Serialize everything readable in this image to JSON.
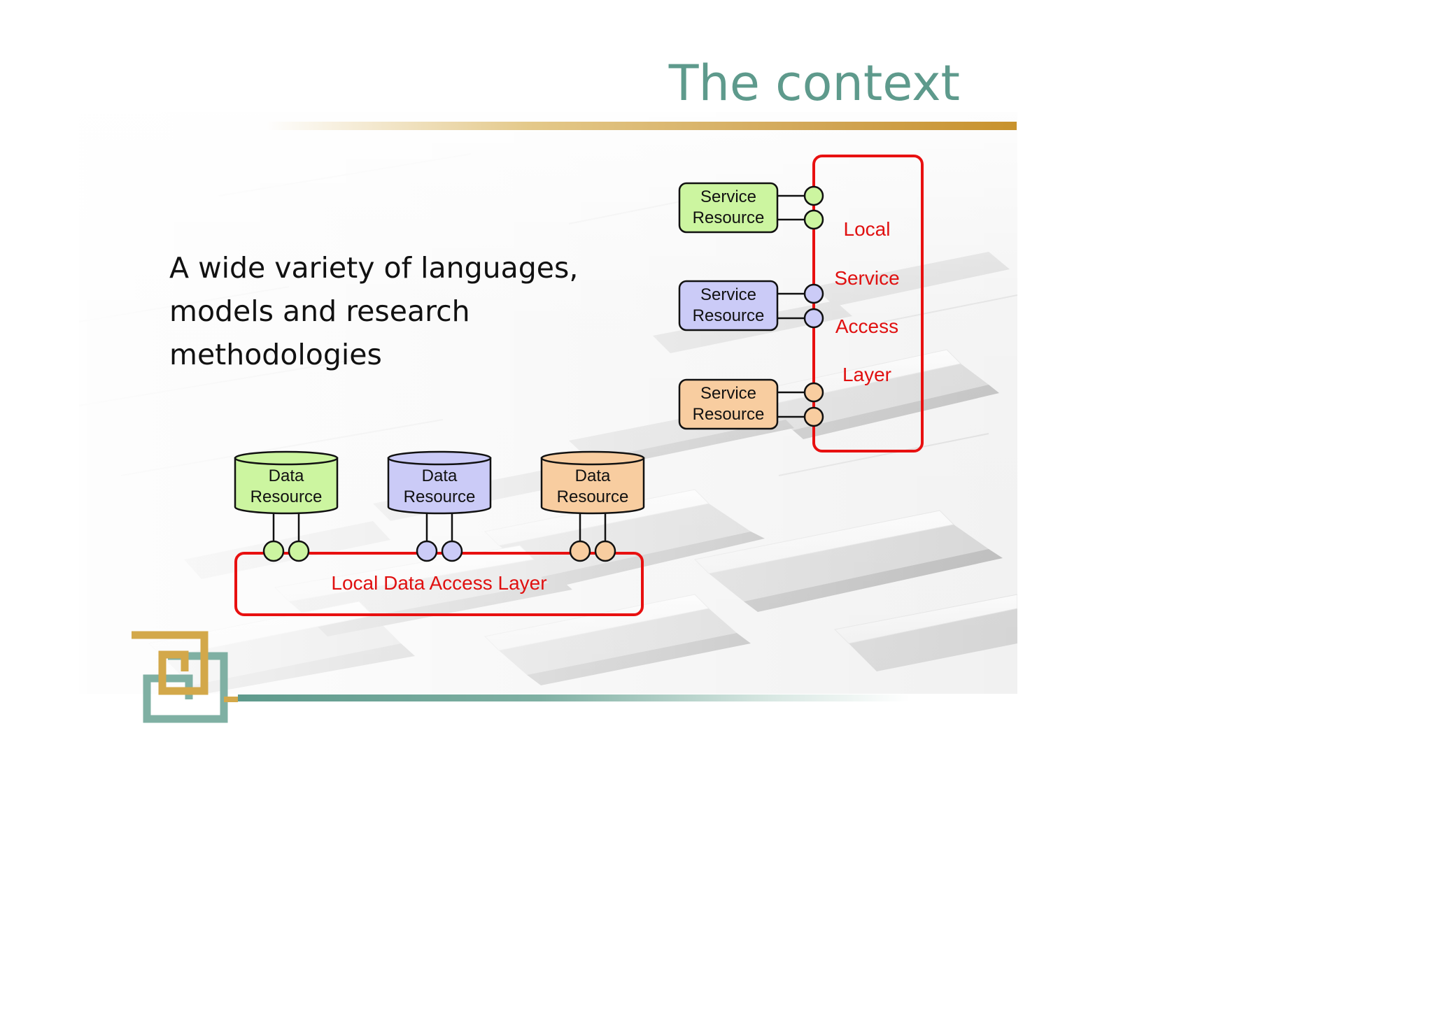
{
  "slide": {
    "title": "The context",
    "body_lines": [
      "A wide variety of languages,",
      "models and research",
      "methodologies"
    ]
  },
  "diagram": {
    "service_resources": [
      {
        "line1": "Service",
        "line2": "Resource",
        "fill": "#ccf5a0"
      },
      {
        "line1": "Service",
        "line2": "Resource",
        "fill": "#cbcbf7"
      },
      {
        "line1": "Service",
        "line2": "Resource",
        "fill": "#f8cda0"
      }
    ],
    "data_resources": [
      {
        "line1": "Data",
        "line2": "Resource",
        "fill": "#ccf5a0"
      },
      {
        "line1": "Data",
        "line2": "Resource",
        "fill": "#cbcbf7"
      },
      {
        "line1": "Data",
        "line2": "Resource",
        "fill": "#f8cda0"
      }
    ],
    "service_layer_words": [
      "Local",
      "Service",
      "Access",
      "Layer"
    ],
    "data_layer_label": "Local Data Access Layer",
    "layer_color": "#e01010"
  },
  "colors": {
    "title": "#5e9a8c",
    "gold_rule": "#c8922c",
    "teal_rule": "#5e9a8c"
  }
}
